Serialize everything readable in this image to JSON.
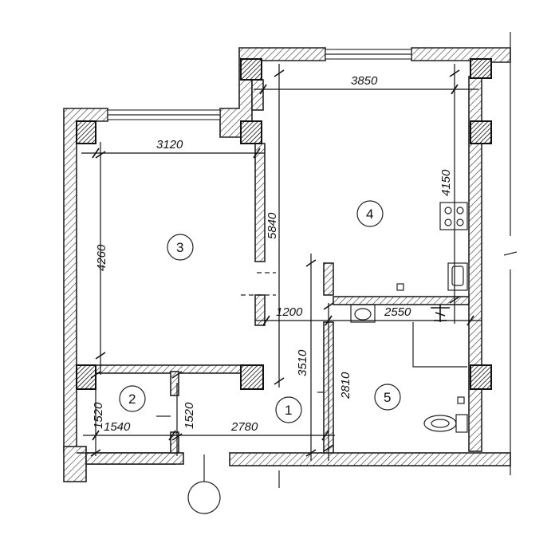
{
  "rooms": {
    "r1": "1",
    "r2": "2",
    "r3": "3",
    "r4": "4",
    "r5": "5"
  },
  "dimensions": {
    "d3120": "3120",
    "d3850": "3850",
    "d4260": "4260",
    "d5840": "5840",
    "d4150": "4150",
    "d1200": "1200",
    "d2550": "2550",
    "d3510": "3510",
    "d2810": "2810",
    "d1520_left": "1520",
    "d1520_right": "1520",
    "d1540": "1540",
    "d2780": "2780"
  },
  "colors": {
    "wall_stroke": "#222222",
    "background": "#ffffff"
  }
}
